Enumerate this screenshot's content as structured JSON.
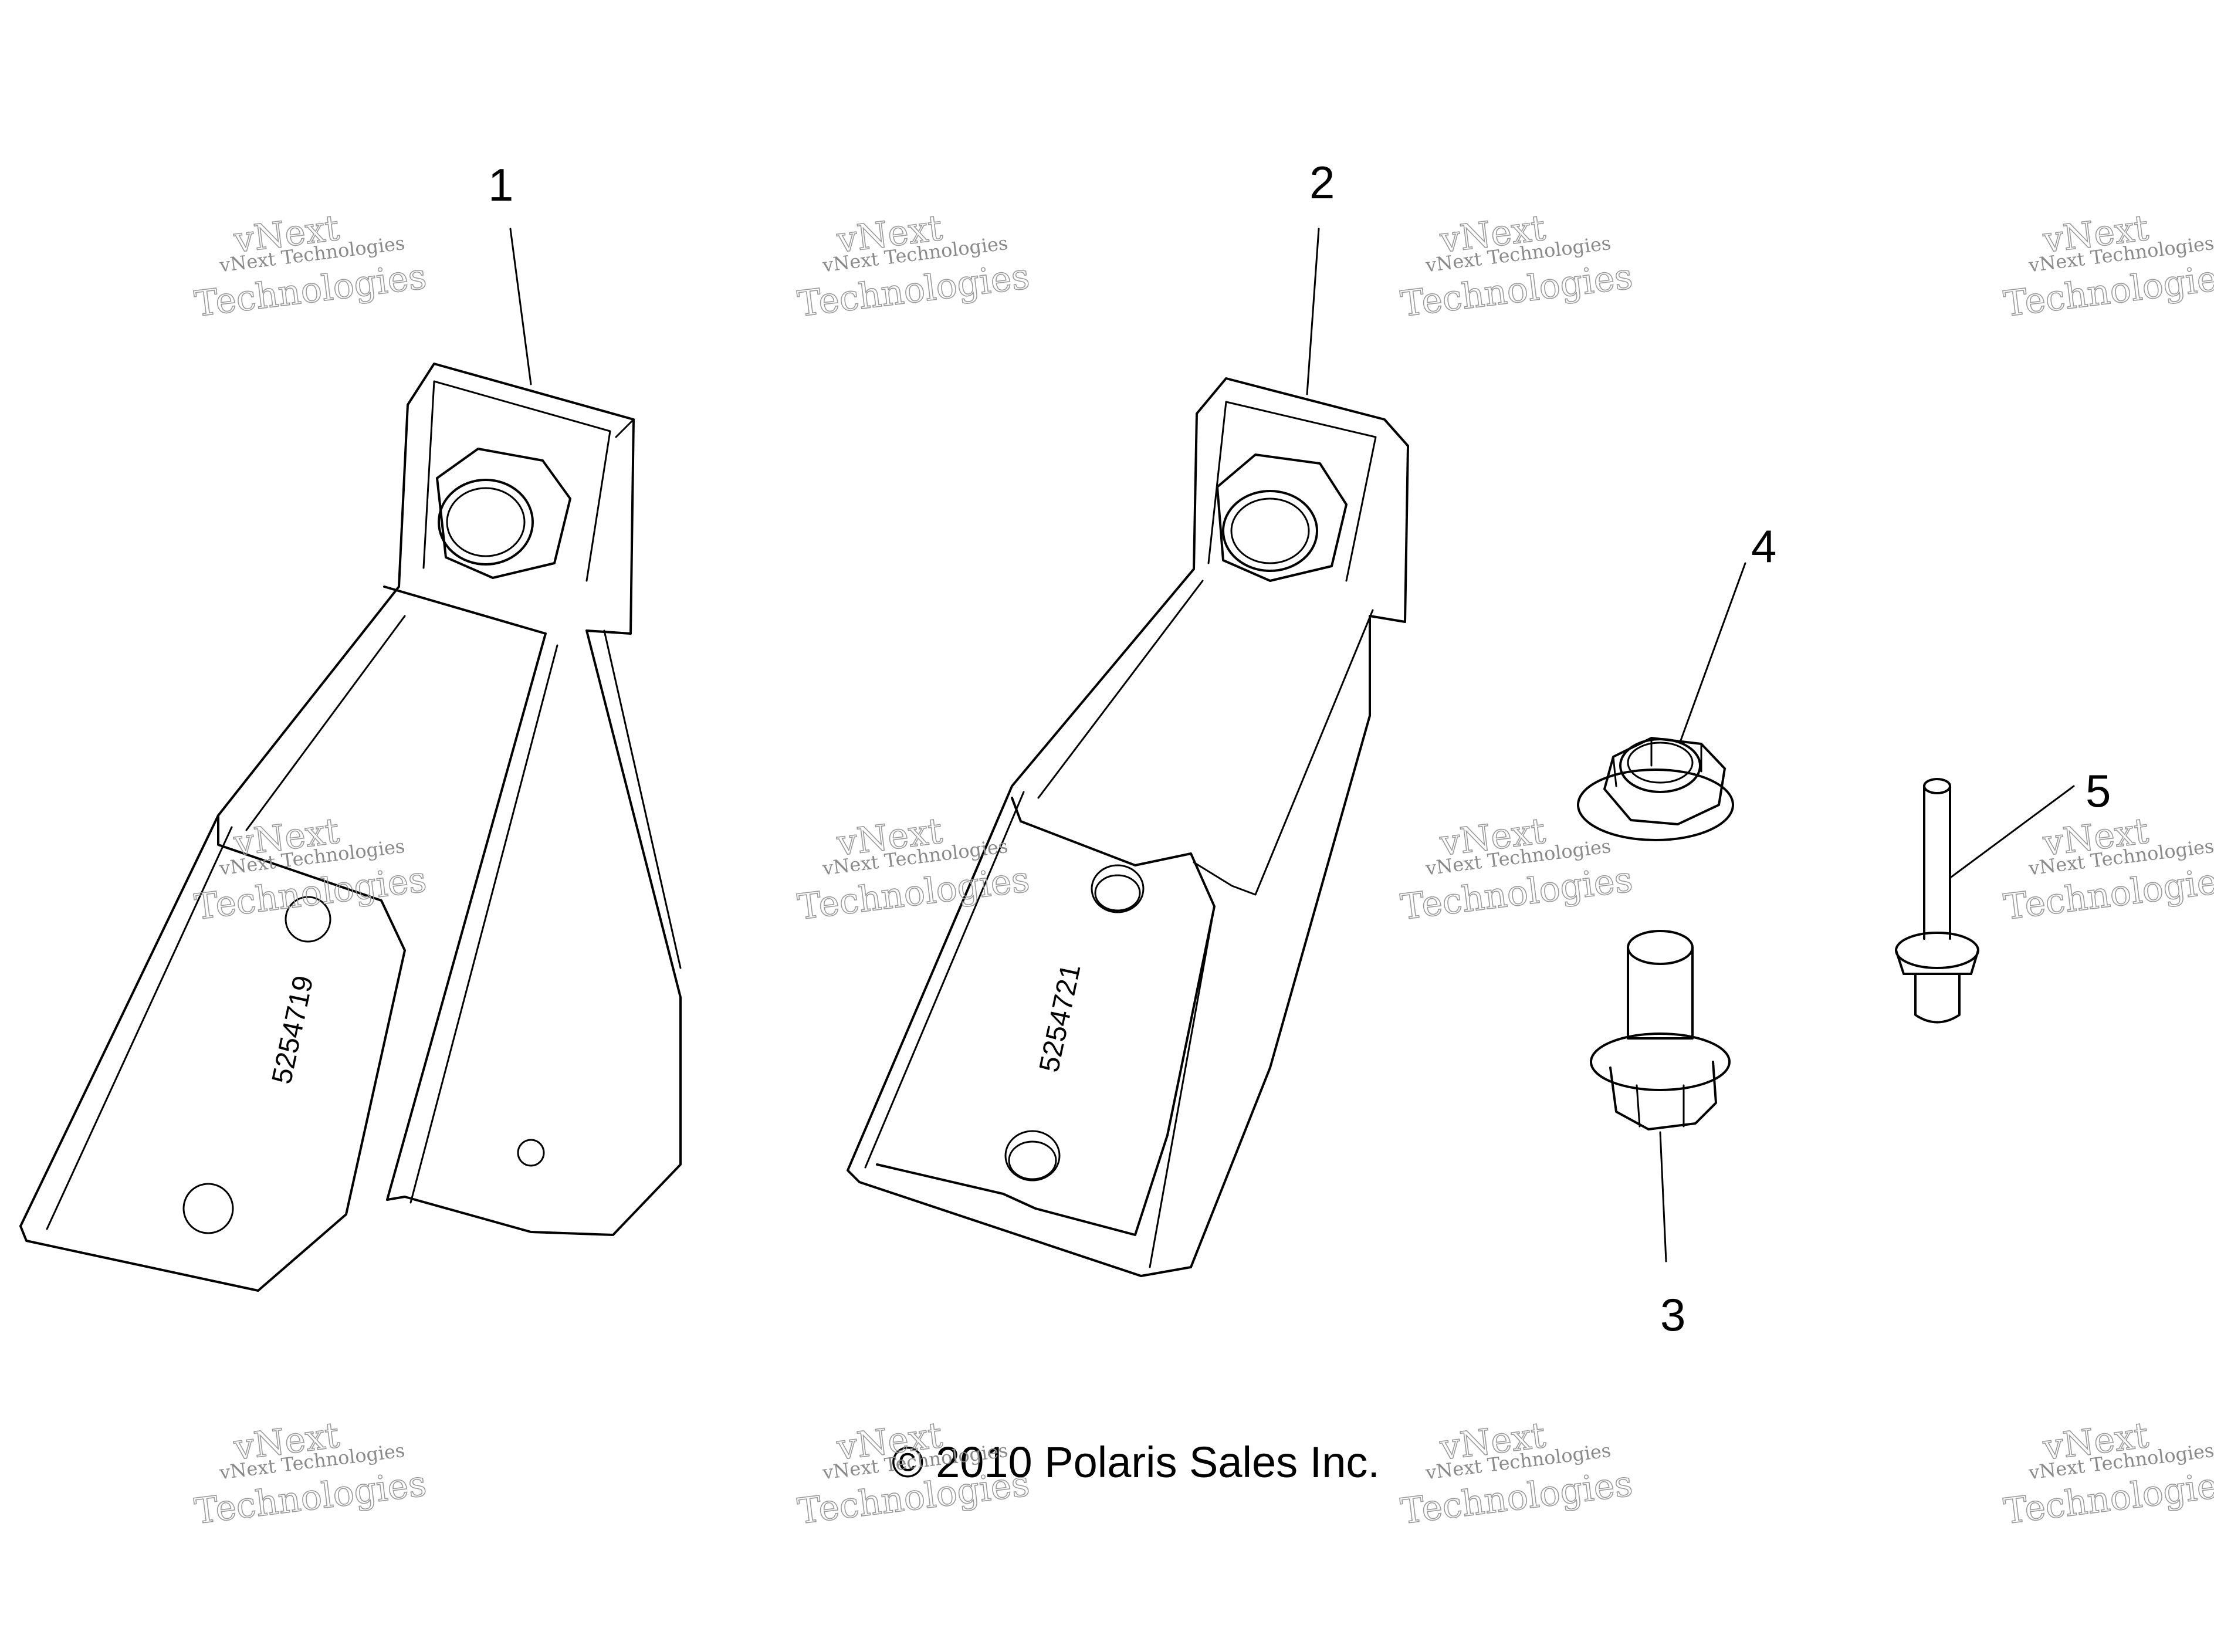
{
  "callouts": {
    "c1": "1",
    "c2": "2",
    "c3": "3",
    "c4": "4",
    "c5": "5"
  },
  "part_stamps": {
    "left_bracket": "5254719",
    "center_bracket": "5254721"
  },
  "copyright": "© 2010 Polaris Sales Inc.",
  "watermark": {
    "line1": "vNext Technologies",
    "big_top": "vNext",
    "big_bottom": "Technologies"
  }
}
